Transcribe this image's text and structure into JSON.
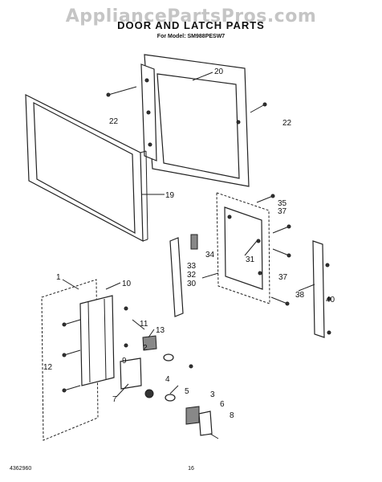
{
  "watermark": "AppliancePartsPros.com",
  "title": "DOOR AND LATCH PARTS",
  "subtitle": "For Model: SM988PESW7",
  "footer": {
    "left": "4362960",
    "center": "16"
  },
  "callouts": {
    "c1": "1",
    "c2": "2",
    "c3": "3",
    "c4": "4",
    "c5": "5",
    "c6": "6",
    "c7": "7",
    "c8": "8",
    "c9": "9",
    "c10": "10",
    "c11": "11",
    "c12": "12",
    "c13": "13",
    "c19": "19",
    "c20": "20",
    "c22a": "22",
    "c22b": "22",
    "c30": "30",
    "c31": "31",
    "c32": "32",
    "c33": "33",
    "c34": "34",
    "c35": "35",
    "c37a": "37",
    "c37b": "37",
    "c38": "38",
    "c40": "40"
  }
}
